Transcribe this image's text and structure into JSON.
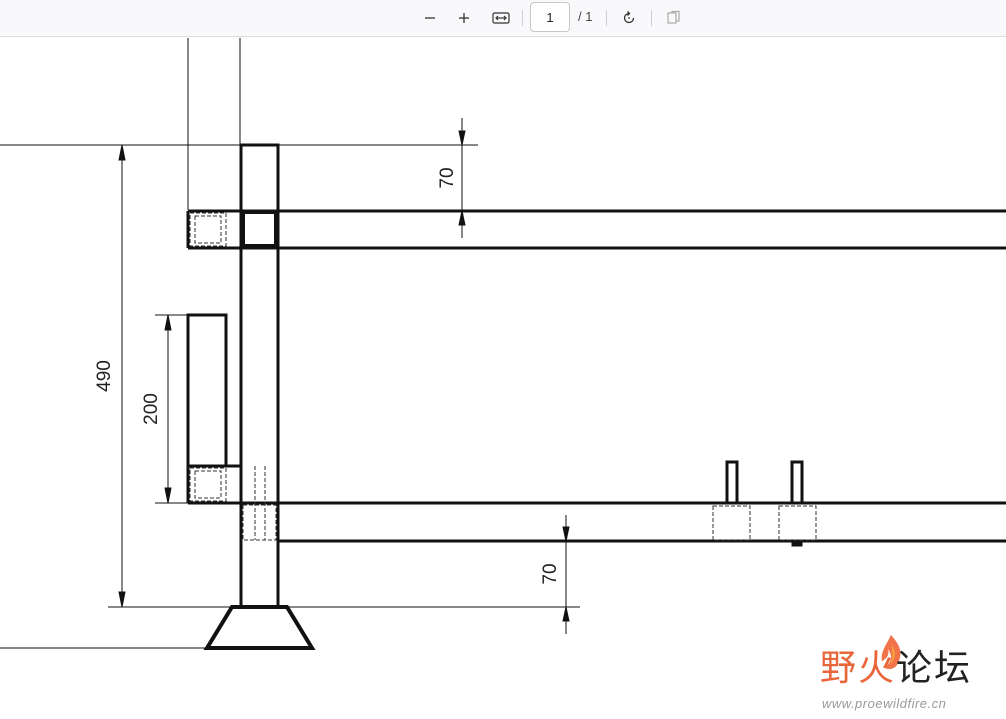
{
  "toolbar": {
    "zoom_out_icon": "minus-icon",
    "zoom_in_icon": "plus-icon",
    "fit_width_icon": "fit-width-icon",
    "page_number": "1",
    "page_total": "/ 1",
    "rotate_icon": "rotate-icon",
    "more_icon": "pages-icon"
  },
  "drawing": {
    "dimensions": {
      "top_spacing": "70",
      "total_height": "490",
      "bracket_height": "200",
      "bottom_spacing": "70"
    },
    "colors": {
      "line": "#111111",
      "hidden_line": "#333333"
    }
  },
  "watermark": {
    "chinese_text": "野火论坛",
    "url": "www.proewildfire.cn",
    "colors": {
      "ye": "#e8663a",
      "huo": "#e8663a",
      "luntan": "#222222"
    }
  }
}
